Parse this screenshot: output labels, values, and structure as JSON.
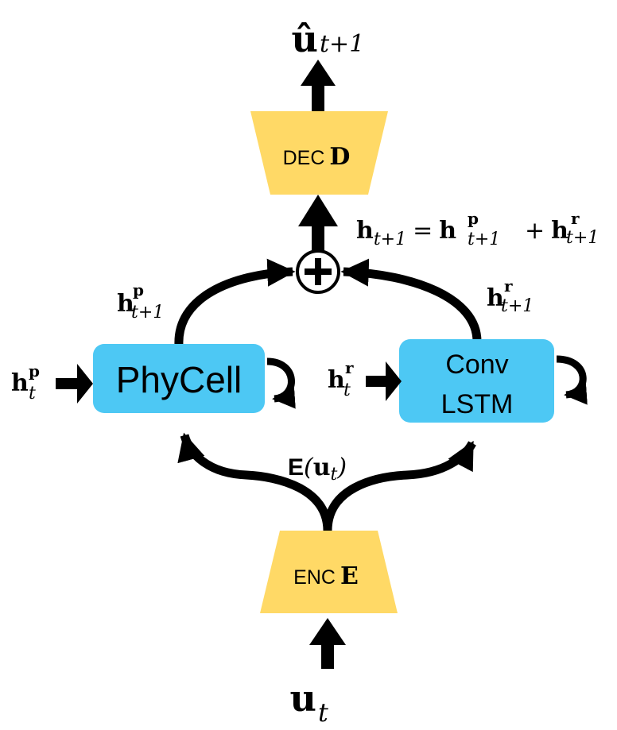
{
  "colors": {
    "encoder_decoder": "#FFD966",
    "cells": "#4DC8F4",
    "arrows": "#000000"
  },
  "output_label": {
    "base": "û",
    "sub": "t+1"
  },
  "decoder": {
    "name": "DEC",
    "symbol": "D"
  },
  "encoder": {
    "name": "ENC",
    "symbol": "E"
  },
  "equation": {
    "lhs": "h",
    "lhs_sub": "t+1",
    "eq": "=",
    "t1": "h",
    "t1_sup": "p",
    "t1_sub": "t+1",
    "plus": "+",
    "t2": "h",
    "t2_sup": "r",
    "t2_sub": "t+1"
  },
  "sum_node": {
    "symbol": "+"
  },
  "phycell": {
    "label": "PhyCell",
    "out_label": "h",
    "out_sup": "p",
    "out_sub": "t+1",
    "in_label": "h",
    "in_sup": "p",
    "in_sub": "t"
  },
  "convlstm": {
    "line1": "Conv",
    "line2": "LSTM",
    "out_label": "h",
    "out_sup": "r",
    "out_sub": "t+1",
    "in_label": "h",
    "in_sup": "r",
    "in_sub": "t"
  },
  "encoded_label": {
    "fn": "E",
    "open": "(",
    "arg": "u",
    "sub": "t",
    "close": ")"
  },
  "input_label": {
    "base": "u",
    "sub": "t"
  }
}
